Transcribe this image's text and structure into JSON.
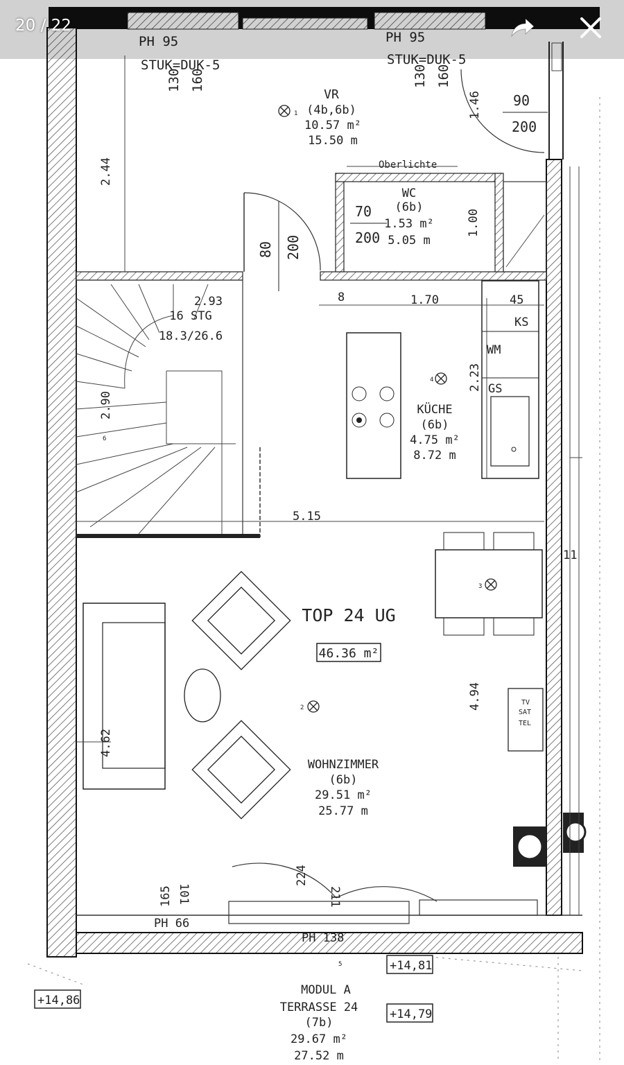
{
  "viewer": {
    "counter": "20 / 22",
    "share_icon": "share-arrow-icon",
    "close_icon": "close-icon"
  },
  "plan": {
    "title": "TOP 24 UG",
    "total_area": "46.36 m²",
    "top_windows": [
      {
        "ph": "PH 95",
        "stuk": "STUK=DUK-5",
        "w": "130",
        "h": "160"
      },
      {
        "ph": "PH 95",
        "stuk": "STUK=DUK-5",
        "w": "130",
        "h": "160"
      }
    ],
    "rooms": {
      "vr": {
        "name": "VR",
        "type": "(4b,6b)",
        "area": "10.57 m²",
        "perimeter": "15.50 m"
      },
      "wc": {
        "name": "WC",
        "type": "(6b)",
        "area": "1.53 m²",
        "perimeter": "5.05 m"
      },
      "kueche": {
        "name": "KÜCHE",
        "type": "(6b)",
        "area": "4.75 m²",
        "perimeter": "8.72 m"
      },
      "wohnzimmer": {
        "name": "WOHNZIMMER",
        "type": "(6b)",
        "area": "29.51 m²",
        "perimeter": "25.77 m"
      },
      "terrasse": {
        "name1": "MODUL A",
        "name2": "TERRASSE 24",
        "type": "(7b)",
        "area": "29.67 m²",
        "perimeter": "27.52 m"
      }
    },
    "stairs": {
      "count": "16 STG",
      "dims": "18.3/26.6"
    },
    "dimensions": {
      "d_244": "2.44",
      "d_146": "1.46",
      "d_90": "90",
      "d_200a": "200",
      "d_70": "70",
      "d_200b": "200",
      "d_100": "1.00",
      "d_80": "80",
      "d_200c": "200",
      "d_293": "2.93",
      "d_170": "1.70",
      "d_45": "45",
      "d_223": "2.23",
      "d_290": "2.90",
      "d_515": "5.15",
      "d_494": "4.94",
      "d_462": "4.62",
      "d_224": "224",
      "d_211": "211",
      "d_165": "165",
      "d_101": "101"
    },
    "labels": {
      "oberlichte": "Oberlichte",
      "ks": "KS",
      "wm": "WM",
      "gs": "GS",
      "tv": "TV",
      "sat": "SAT",
      "tel": "TEL",
      "ph66": "PH 66",
      "ph138": "PH 138",
      "level1": "+14,81",
      "level2": "+14,86",
      "level3": "+14,79",
      "n1": "1",
      "n2": "2",
      "n3": "3",
      "n4": "4",
      "n5": "5",
      "n6": "6",
      "n8": "8",
      "n11": "11"
    }
  }
}
